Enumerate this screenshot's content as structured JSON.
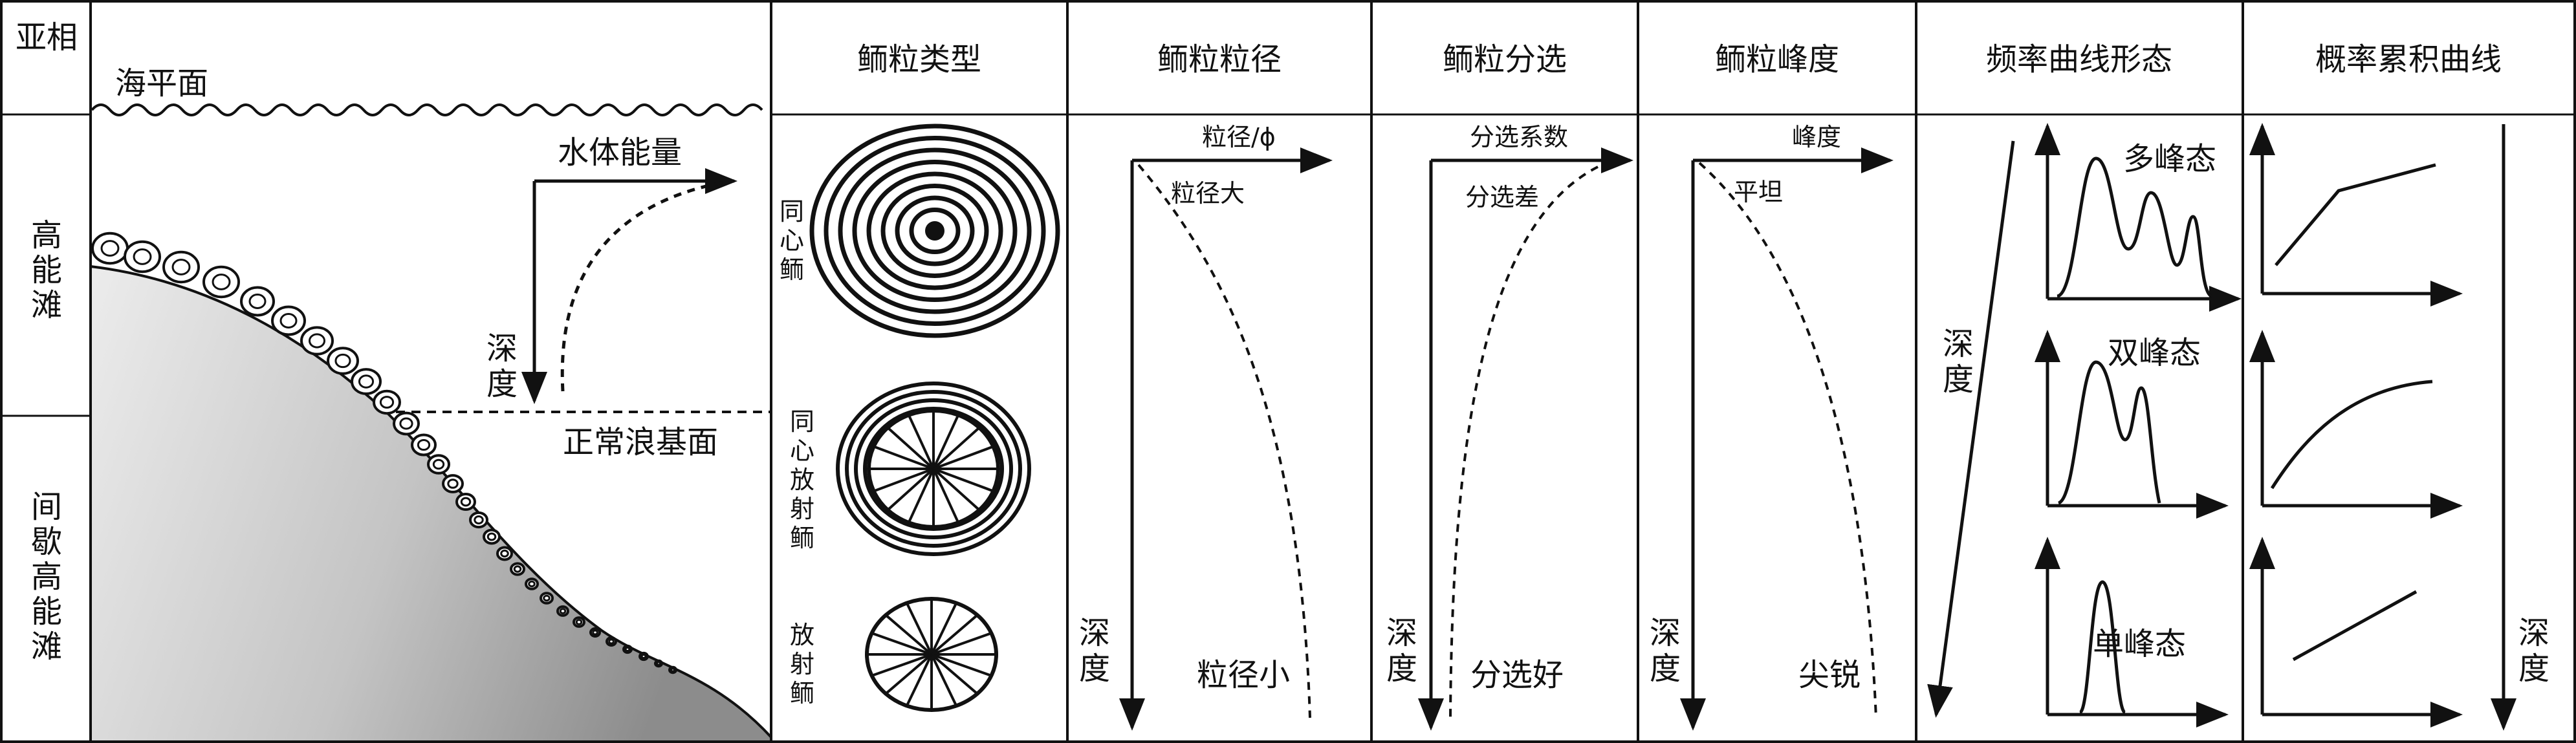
{
  "facies_column": {
    "header": "亚相",
    "high_energy_shoal": [
      "高",
      "能",
      "滩"
    ],
    "intermittent_high_energy_shoal": [
      "间",
      "歇",
      "高",
      "能",
      "滩"
    ]
  },
  "sketch": {
    "sea_level": "海平面",
    "water_energy": "水体能量",
    "depth": [
      "深",
      "度"
    ],
    "normal_wave_base": "正常浪基面"
  },
  "columns": {
    "ooid_type": "鲕粒类型",
    "ooid_grain_size": "鲕粒粒径",
    "ooid_sorting": "鲕粒分选",
    "ooid_kurtosis": "鲕粒峰度",
    "frequency_curve_shape": "频率曲线形态",
    "probability_cumulative_curve": "概率累积曲线"
  },
  "ooid_types": {
    "concentric": [
      "同",
      "心",
      "鲕"
    ],
    "concentric_radial": [
      "同",
      "心",
      "放",
      "射",
      "鲕"
    ],
    "radial": [
      "放",
      "射",
      "鲕"
    ]
  },
  "grain_size": {
    "axis": "粒径/ϕ",
    "depth": [
      "深",
      "度"
    ],
    "large": "粒径大",
    "small": "粒径小"
  },
  "sorting": {
    "axis": "分选系数",
    "depth": [
      "深",
      "度"
    ],
    "poor": "分选差",
    "good": "分选好"
  },
  "kurtosis": {
    "axis": "峰度",
    "depth": [
      "深",
      "度"
    ],
    "flat": "平坦",
    "sharp": "尖锐"
  },
  "frequency": {
    "depth": [
      "深",
      "度"
    ],
    "multi": "多峰态",
    "bi": "双峰态",
    "uni": "单峰态"
  },
  "probability": {
    "depth": [
      "深",
      "度"
    ]
  }
}
